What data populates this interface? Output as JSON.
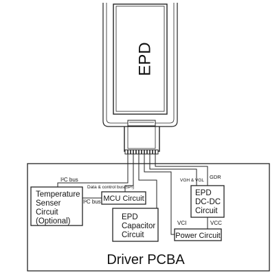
{
  "epd_label": "EPD",
  "pcba_title": "Driver PCBA",
  "blocks": {
    "temperature_sensor": [
      "Temperature",
      "Senser",
      "Circuit",
      "(Optional)"
    ],
    "mcu": "MCU Circuit",
    "epd_capacitor": [
      "EPD",
      "Capacitor",
      "Circuit"
    ],
    "epd_dcdc": [
      "EPD",
      "DC-DC",
      "Circuit"
    ],
    "power": "Power Circuit"
  },
  "signals": {
    "i2c_bus_top": "I²C bus",
    "i2c_bus_mid": "I²C bus",
    "data_control_bus": "Data & control bus(SPI)",
    "vgh_vgl": "VGH & VGL",
    "gdr": "GDR",
    "vci": "VCI",
    "vcc": "VCC"
  }
}
